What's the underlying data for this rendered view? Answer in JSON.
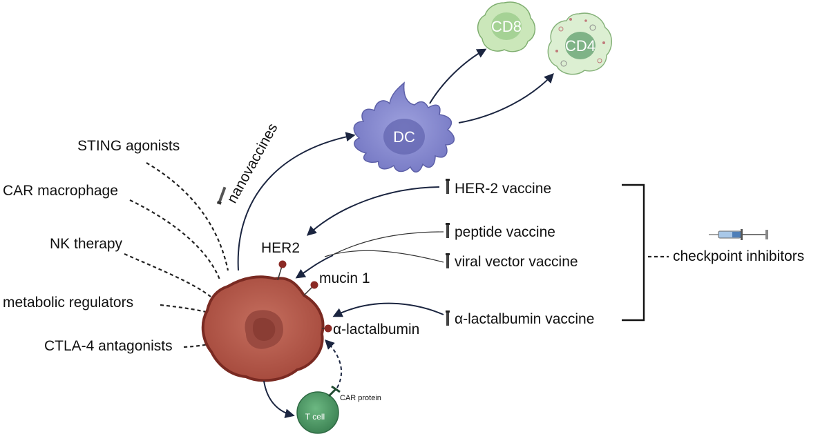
{
  "left_therapies": {
    "sting": "STING agonists",
    "car_macrophage": "CAR macrophage",
    "nk": "NK therapy",
    "metabolic": "metabolic regulators",
    "ctla4": "CTLA-4 antagonists"
  },
  "nanovaccines": "nanovaccines",
  "cells": {
    "dc": "DC",
    "cd8": "CD8",
    "cd4": "CD4",
    "tcell": "T cell",
    "car_protein": "CAR protein"
  },
  "antigens": {
    "her2": "HER2",
    "mucin": "mucin 1",
    "lactalbumin": "α-lactalbumin"
  },
  "vaccines": {
    "her2": "HER-2 vaccine",
    "peptide": "peptide vaccine",
    "viral": "viral vector vaccine",
    "lactalbumin": "α-lactalbumin vaccine"
  },
  "checkpoint": "checkpoint inhibitors",
  "colors": {
    "tumor": "#b05a4c",
    "tumor_edge": "#7a2a22",
    "dc": "#8a8dd0",
    "cd8": "#c9e6b8",
    "cd4": "#d8efd0",
    "tcell": "#4f9a66",
    "arrow": "#1b2540"
  }
}
